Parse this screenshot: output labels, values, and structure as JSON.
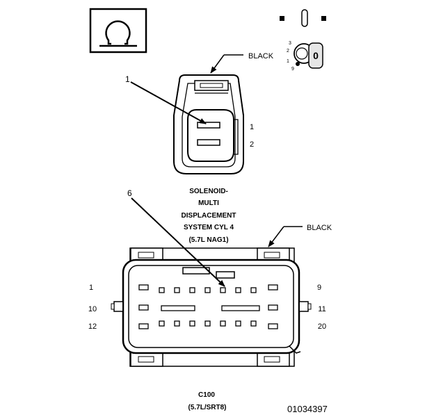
{
  "top_connector": {
    "color_label": "BLACK",
    "callout": "1",
    "pins": [
      "1",
      "2"
    ],
    "name_lines": [
      "SOLENOID-",
      "MULTI",
      "DISPLACEMENT",
      "SYSTEM CYL 4",
      "(5.7L NAG1)"
    ]
  },
  "bottom_connector": {
    "color_label": "BLACK",
    "callout": "6",
    "left_pins": [
      "1",
      "10",
      "12"
    ],
    "right_pins": [
      "9",
      "11",
      "20"
    ],
    "name": "C100",
    "subtitle": "(5.7L/SRT8)"
  },
  "key_icon": {
    "numbers": [
      "3",
      "2",
      "1",
      "9"
    ],
    "letter": "0"
  },
  "figure_number": "01034397",
  "icons": [
    "ohm-meter-icon",
    "key-switch-icon"
  ]
}
